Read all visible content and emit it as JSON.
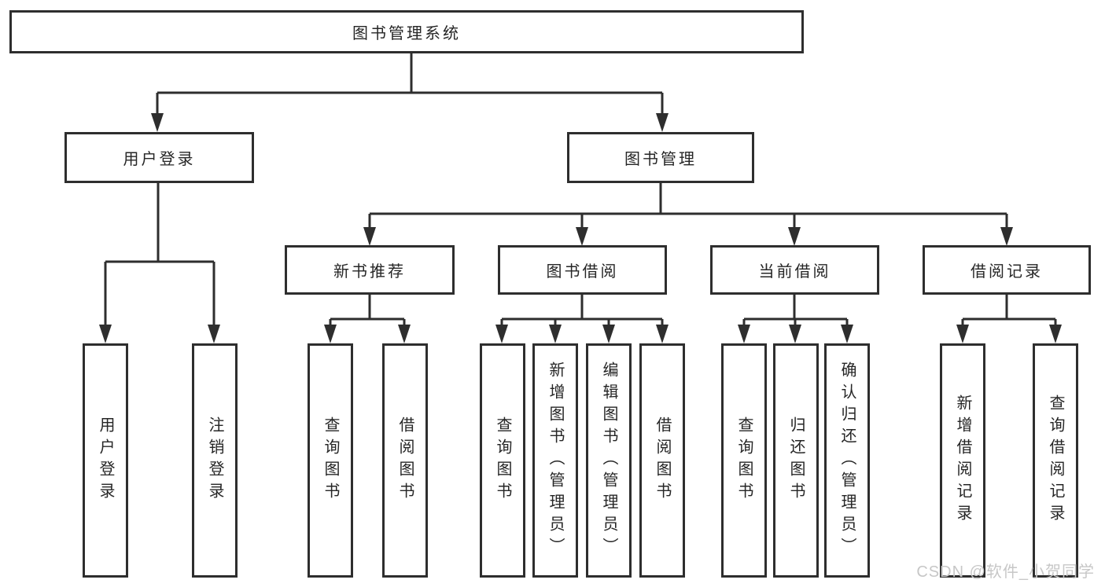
{
  "diagram": {
    "title": "图书管理系统",
    "colors": {
      "line": "#2e2e2e",
      "box_border": "#2e2e2e",
      "text": "#262626",
      "background": "#ffffff",
      "watermark": "#c7c7c7"
    },
    "nodes": {
      "root": "图书管理系统",
      "user_login": "用户登录",
      "book_mgmt": "图书管理",
      "new_book_rec": "新书推荐",
      "book_borrow": "图书借阅",
      "current_borrow": "当前借阅",
      "borrow_records": "借阅记录"
    },
    "leaves": {
      "user_login_group": [
        "用户登录",
        "注销登录"
      ],
      "new_book_group": [
        "查询图书",
        "借阅图书"
      ],
      "book_borrow_group": [
        "查询图书",
        "新增图书（管理员）",
        "编辑图书（管理员）",
        "借阅图书"
      ],
      "current_borrow_group": [
        "查询图书",
        "归还图书",
        "确认归还（管理员）"
      ],
      "records_group": [
        "新增借阅记录",
        "查询借阅记录"
      ]
    }
  },
  "watermark": {
    "text": "CSDN @软件_小贺同学"
  }
}
